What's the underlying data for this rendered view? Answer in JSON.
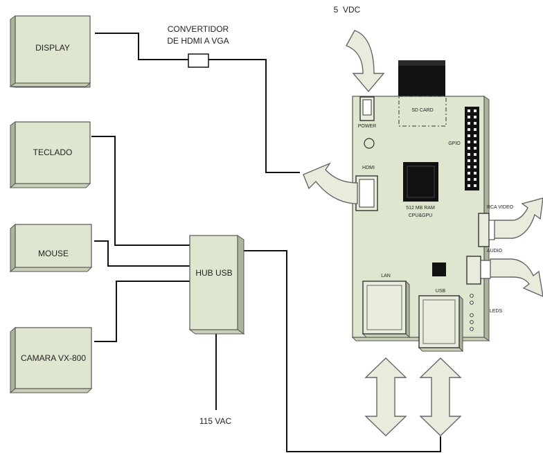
{
  "devices": {
    "display": "DISPLAY",
    "teclado": "TECLADO",
    "mouse": "MOUSE",
    "camara": "CAMARA VX-800",
    "hub": "HUB USB"
  },
  "converter": {
    "line1": "CONVERTIDOR",
    "line2": "DE HDMI A VGA"
  },
  "power_in": "5  VDC",
  "hub_power": "115 VAC",
  "board": {
    "power": "POWER",
    "sd_card": "SD CARD",
    "gpio": "GPIO",
    "hdmi": "HDMI",
    "chip_line1": "512 MB RAM",
    "chip_line2": "CPU&GPU",
    "rca_video": "RCA VIDEO",
    "audio": "AUDIO",
    "lan": "LAN",
    "usb": "USB",
    "leds": "LEDS"
  }
}
